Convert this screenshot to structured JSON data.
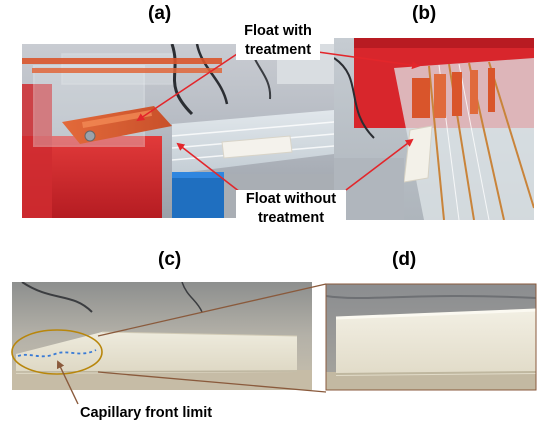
{
  "panels": {
    "a": {
      "label": "(a)"
    },
    "b": {
      "label": "(b)"
    },
    "c": {
      "label": "(c)"
    },
    "d": {
      "label": "(d)"
    }
  },
  "callouts": {
    "float_with_treatment": {
      "line1": "Float with",
      "line2": "treatment"
    },
    "float_without_treatment": {
      "line1": "Float without",
      "line2": "treatment"
    },
    "capillary_front_limit": {
      "text": "Capillary front limit"
    }
  },
  "colors": {
    "arrow_red": "#e3262b",
    "connector_brown": "#8a5a3c",
    "ellipse_gold": "#b8860b",
    "capillary_dash": "#3a7bd5"
  }
}
